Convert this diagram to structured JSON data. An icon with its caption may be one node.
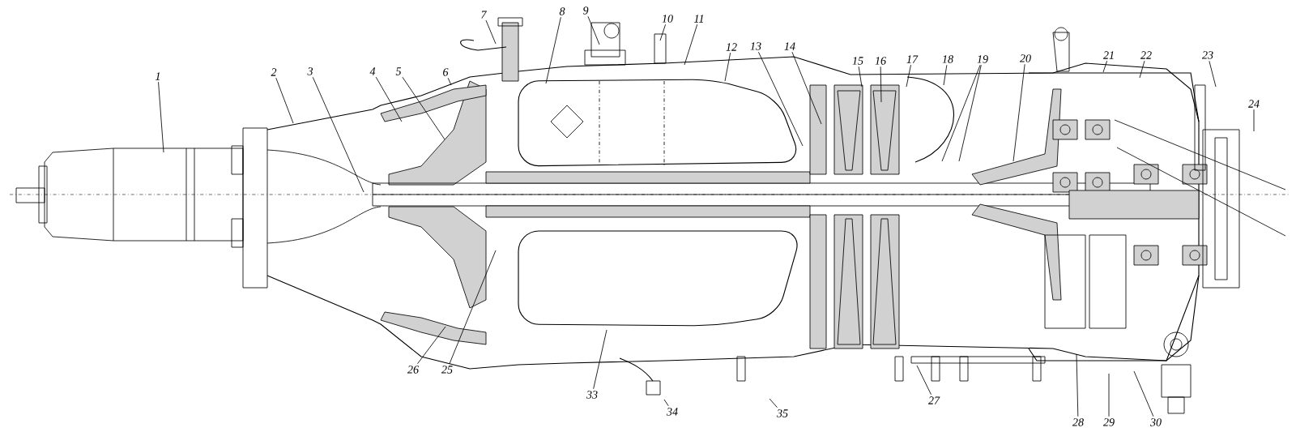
{
  "diagram": {
    "nodes": [
      {
        "text": [
          "1"
        ]
      },
      {
        "text": [
          "2"
        ]
      },
      {
        "text": [
          "3"
        ]
      },
      {
        "text": [
          "4"
        ]
      },
      {
        "text": [
          "5"
        ]
      },
      {
        "text": [
          "6"
        ]
      },
      {
        "text": [
          "7"
        ]
      },
      {
        "text": [
          "8"
        ]
      },
      {
        "text": [
          "9"
        ]
      },
      {
        "text": [
          "10"
        ]
      },
      {
        "text": [
          "11"
        ]
      },
      {
        "text": [
          "12"
        ]
      },
      {
        "text": [
          "13"
        ]
      },
      {
        "text": [
          "14"
        ]
      },
      {
        "text": [
          "15"
        ]
      },
      {
        "text": [
          "16"
        ]
      },
      {
        "text": [
          "17"
        ]
      },
      {
        "text": [
          "18"
        ]
      },
      {
        "text": [
          "19"
        ]
      },
      {
        "text": [
          "20"
        ]
      },
      {
        "text": [
          "21"
        ]
      },
      {
        "text": [
          "22"
        ]
      },
      {
        "text": [
          "23"
        ]
      },
      {
        "text": [
          "24"
        ]
      },
      {
        "text": [
          "25"
        ]
      },
      {
        "text": [
          "26"
        ]
      },
      {
        "text": [
          "27"
        ]
      },
      {
        "text": [
          "28"
        ]
      },
      {
        "text": [
          "29"
        ]
      },
      {
        "text": [
          "30"
        ]
      },
      {
        "text": [
          "33"
        ]
      },
      {
        "text": [
          "34"
        ]
      },
      {
        "text": [
          "35"
        ]
      }
    ],
    "edges": [
      {
        "from": 0,
        "to": null,
        "arrow": "none"
      },
      {
        "from": 1,
        "to": null,
        "arrow": "none"
      },
      {
        "from": 2,
        "to": null,
        "arrow": "none"
      },
      {
        "from": 3,
        "to": null,
        "arrow": "none"
      },
      {
        "from": 4,
        "to": null,
        "arrow": "none"
      },
      {
        "from": 5,
        "to": null,
        "arrow": "none"
      },
      {
        "from": 6,
        "to": null,
        "arrow": "none"
      },
      {
        "from": 7,
        "to": null,
        "arrow": "none"
      },
      {
        "from": 8,
        "to": null,
        "arrow": "none"
      },
      {
        "from": 9,
        "to": null,
        "arrow": "none"
      },
      {
        "from": 10,
        "to": null,
        "arrow": "none"
      },
      {
        "from": 11,
        "to": null,
        "arrow": "none"
      },
      {
        "from": 12,
        "to": null,
        "arrow": "none"
      },
      {
        "from": 13,
        "to": null,
        "arrow": "none"
      },
      {
        "from": 14,
        "to": null,
        "arrow": "none"
      },
      {
        "from": 15,
        "to": null,
        "arrow": "none"
      },
      {
        "from": 16,
        "to": null,
        "arrow": "none"
      },
      {
        "from": 17,
        "to": null,
        "arrow": "none"
      },
      {
        "from": 18,
        "to": null,
        "arrow": "none"
      },
      {
        "from": 18,
        "to": null,
        "arrow": "none"
      },
      {
        "from": 19,
        "to": null,
        "arrow": "none"
      },
      {
        "from": 20,
        "to": null,
        "arrow": "none"
      },
      {
        "from": 21,
        "to": null,
        "arrow": "none"
      },
      {
        "from": 22,
        "to": null,
        "arrow": "none"
      },
      {
        "from": 23,
        "to": null,
        "arrow": "none"
      },
      {
        "from": 24,
        "to": null,
        "arrow": "none"
      },
      {
        "from": 25,
        "to": null,
        "arrow": "none"
      },
      {
        "from": 26,
        "to": null,
        "arrow": "none"
      },
      {
        "from": 27,
        "to": null,
        "arrow": "none"
      },
      {
        "from": 28,
        "to": null,
        "arrow": "none"
      },
      {
        "from": 29,
        "to": null,
        "arrow": "none"
      },
      {
        "from": 30,
        "to": null,
        "arrow": "none"
      },
      {
        "from": 31,
        "to": null,
        "arrow": "none"
      },
      {
        "from": 32,
        "to": null,
        "arrow": "none"
      }
    ]
  }
}
